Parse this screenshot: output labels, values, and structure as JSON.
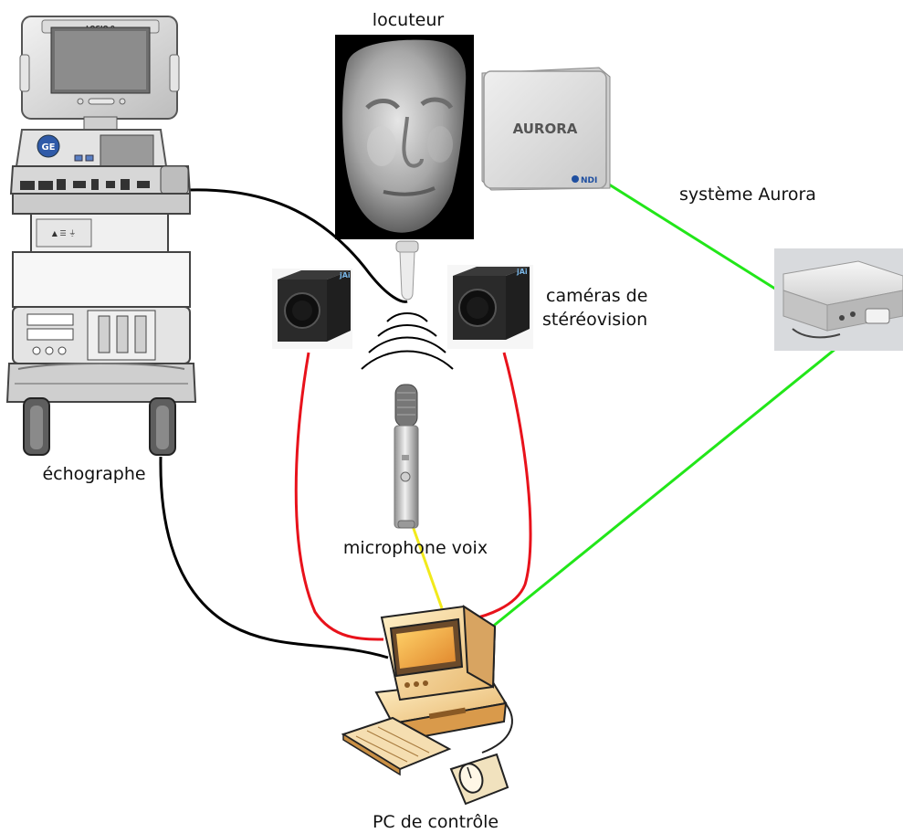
{
  "labels": {
    "speaker": "locuteur",
    "aurora_system": "système Aurora",
    "cameras_line1": "caméras de",
    "cameras_line2": "stéréovision",
    "ultrasound": "échographe",
    "microphone": "microphone voix",
    "pc": "PC de contrôle"
  },
  "device_marks": {
    "aurora_brand": "AURORA",
    "ndi_brand": "NDI",
    "camera_brand": "jAi",
    "ultrasound_brand": "LOGIQ 9"
  },
  "connection_colors": {
    "ultrasound_to_pc": "#000000",
    "probe_to_ultrasound": "#000000",
    "cameras_to_pc": "#e8121b",
    "microphone_to_pc": "#f2ea1b",
    "aurora_to_pc": "#22e619"
  }
}
